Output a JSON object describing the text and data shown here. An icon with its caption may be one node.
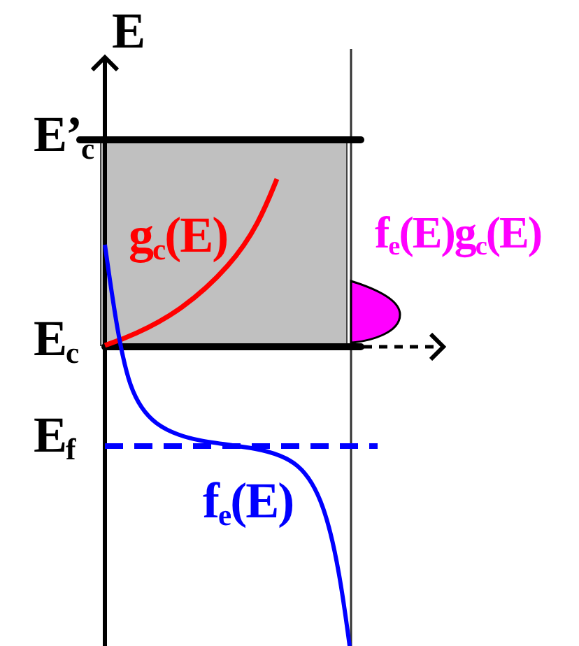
{
  "diagram": {
    "labels": [
      "E",
      "E’$_{c}$",
      "g$_{c}$(E)",
      "f$_{e}$(E)g$_{c}$(E)",
      "E$_{c}$",
      "E$_{f}$",
      "f$_{e}$(E)"
    ]
  }
}
